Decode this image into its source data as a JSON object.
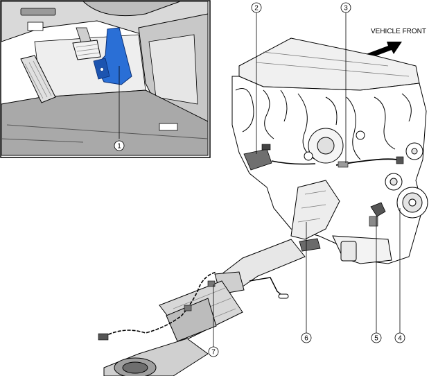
{
  "labels": {
    "vehicle_front": "VEHICLE FRONT"
  },
  "callouts": [
    {
      "id": "1",
      "text": "1"
    },
    {
      "id": "2",
      "text": "2"
    },
    {
      "id": "3",
      "text": "3"
    },
    {
      "id": "4",
      "text": "4"
    },
    {
      "id": "5",
      "text": "5"
    },
    {
      "id": "6",
      "text": "6"
    },
    {
      "id": "7",
      "text": "7"
    }
  ],
  "colors": {
    "pedal_highlight": "#2a6fd6",
    "line": "#000000",
    "shade_dark": "#8a8a8a",
    "shade_mid": "#cfcfcf",
    "shade_light": "#e9e9e9"
  }
}
